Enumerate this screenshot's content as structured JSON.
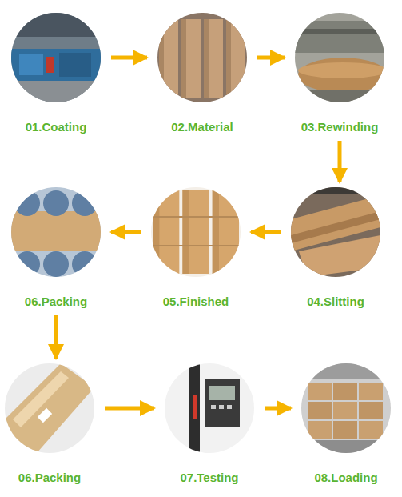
{
  "diagram": {
    "nodes": [
      {
        "text": [
          "01.Coating"
        ]
      },
      {
        "text": [
          "02.Material"
        ]
      },
      {
        "text": [
          "03.Rewinding"
        ]
      },
      {
        "text": [
          "04.Slitting"
        ]
      },
      {
        "text": [
          "05.Finished"
        ]
      },
      {
        "text": [
          "06.Packing"
        ]
      },
      {
        "text": [
          "06.Packing"
        ]
      },
      {
        "text": [
          "07.Testing"
        ]
      },
      {
        "text": [
          "08.Loading"
        ]
      }
    ],
    "edges": [
      {
        "from": 0,
        "to": 1,
        "arrow": "to"
      },
      {
        "from": 1,
        "to": 2,
        "arrow": "to"
      },
      {
        "from": 2,
        "to": 3,
        "arrow": "to"
      },
      {
        "from": 3,
        "to": 4,
        "arrow": "to"
      },
      {
        "from": 4,
        "to": 5,
        "arrow": "to"
      },
      {
        "from": 5,
        "to": 6,
        "arrow": "to"
      },
      {
        "from": 6,
        "to": 7,
        "arrow": "to"
      },
      {
        "from": 7,
        "to": 8,
        "arrow": "to"
      }
    ]
  }
}
